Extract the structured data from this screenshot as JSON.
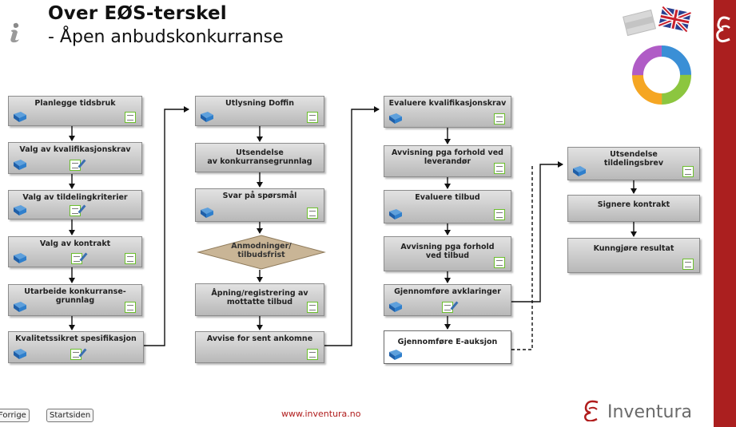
{
  "header": {
    "title": "Over EØS-terskel",
    "subtitle": "- Åpen anbudskonkurranse"
  },
  "nodes": [
    {
      "id": "n1",
      "label": "Planlegge tidsbruk"
    },
    {
      "id": "n2",
      "label": "Valg av kvalifikasjonskrav"
    },
    {
      "id": "n3",
      "label": "Valg av tildelingkriterier"
    },
    {
      "id": "n4",
      "label": "Valg av kontrakt"
    },
    {
      "id": "n5",
      "label": "Utarbeide konkurranse-\ngrunnlag"
    },
    {
      "id": "n6",
      "label": "Kvalitetssikret spesifikasjon"
    },
    {
      "id": "n7",
      "label": "Utlysning Doffin"
    },
    {
      "id": "n8",
      "label": "Utsendelse\nav konkurransegrunnlag"
    },
    {
      "id": "n9",
      "label": "Svar på spørsmål"
    },
    {
      "id": "n10",
      "label": "Anmodninger/\ntilbudsfrist"
    },
    {
      "id": "n11",
      "label": "Åpning/registrering av\nmottatte tilbud"
    },
    {
      "id": "n12",
      "label": "Avvise for sent ankomne"
    },
    {
      "id": "n13",
      "label": "Evaluere kvalifikasjonskrav"
    },
    {
      "id": "n14",
      "label": "Avvisning pga forhold ved\nleverandør"
    },
    {
      "id": "n15",
      "label": "Evaluere tilbud"
    },
    {
      "id": "n16",
      "label": "Avvisning pga forhold\nved tilbud"
    },
    {
      "id": "n17",
      "label": "Gjennomføre avklaringer"
    },
    {
      "id": "n18",
      "label": "Gjennomføre E-auksjon"
    },
    {
      "id": "n19",
      "label": "Utsendelse\ntildelingsbrev"
    },
    {
      "id": "n20",
      "label": "Signere kontrakt"
    },
    {
      "id": "n21",
      "label": "Kunngjøre resultat"
    }
  ],
  "footer": {
    "prev_label": "Forrige",
    "home_label": "Startsiden",
    "url": "www.inventura.no",
    "brand": "Inventura"
  },
  "colors": {
    "accent": "#ab1f1f",
    "box": "#c8c8c8",
    "diamond": "#c9b596",
    "doc_border": "#6cbf2e",
    "book": "#1f6fc0"
  }
}
